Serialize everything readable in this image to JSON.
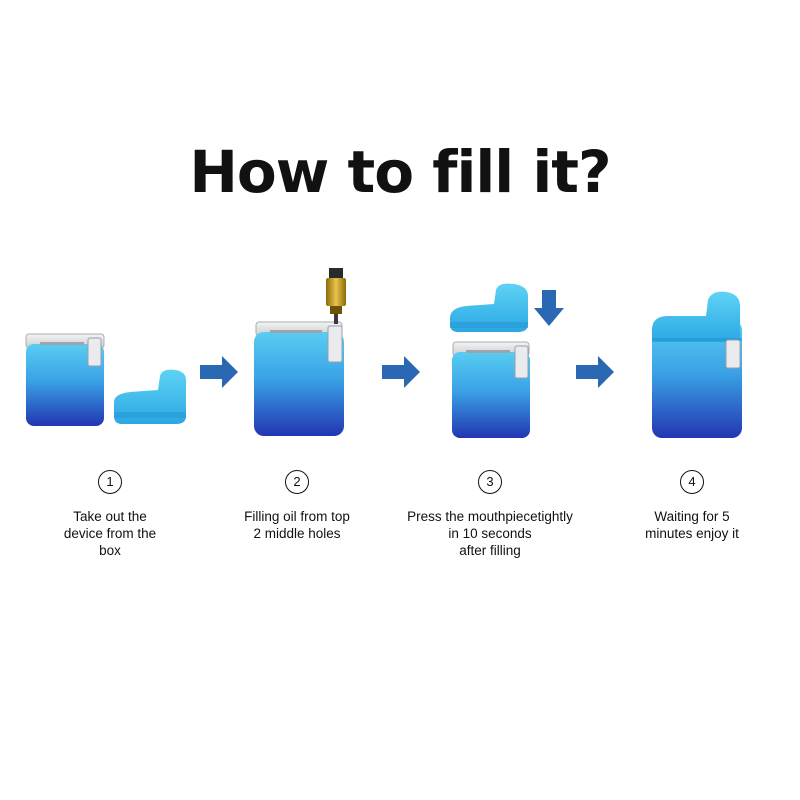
{
  "title": "How to fill it?",
  "colors": {
    "body_top": "#4fc8f0",
    "body_bottom": "#2440b8",
    "cap": "#3cc0ef",
    "arrow": "#2b68b3",
    "syringe": "#c59a12"
  },
  "steps": [
    {
      "number": "1",
      "caption_lines": [
        "Take out the",
        "device from the",
        "box"
      ]
    },
    {
      "number": "2",
      "caption_lines": [
        "Filling oil from top",
        "2 middle holes"
      ]
    },
    {
      "number": "3",
      "caption_lines": [
        "Press the mouthpiecetightly",
        "in 10 seconds",
        "after filling"
      ]
    },
    {
      "number": "4",
      "caption_lines": [
        "Waiting for 5",
        "minutes enjoy it"
      ]
    }
  ]
}
